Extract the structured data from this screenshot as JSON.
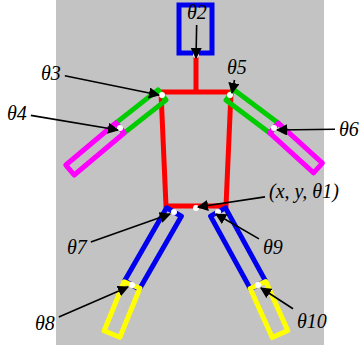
{
  "diagram": {
    "labels": [
      "θ2",
      "θ3",
      "θ5",
      "θ4",
      "θ6",
      "(x, y, θ1)",
      "θ7",
      "θ9",
      "θ8",
      "θ10"
    ]
  }
}
